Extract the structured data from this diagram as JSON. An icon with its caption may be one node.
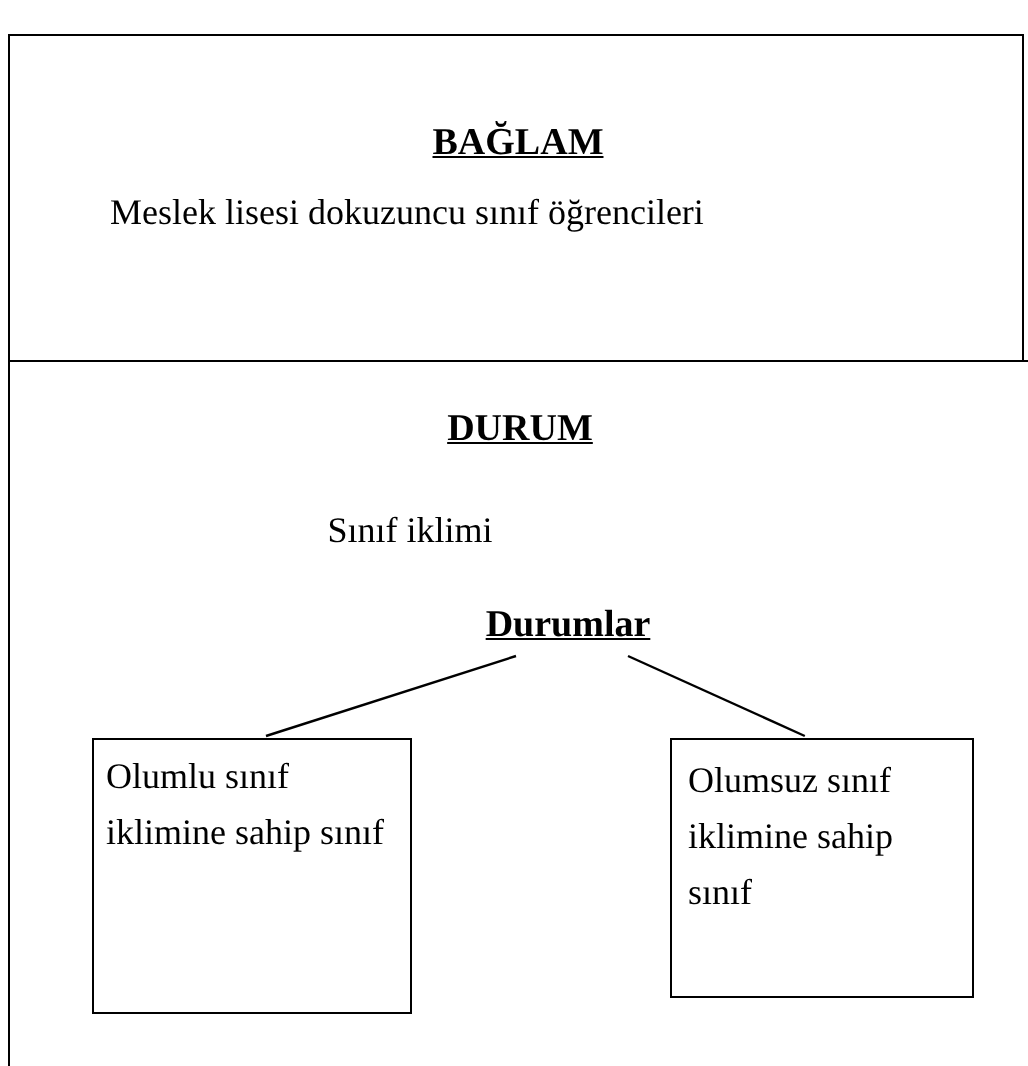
{
  "diagram": {
    "nodes": [
      {
        "text": [
          "BAĞLAM",
          "Meslek lisesi dokuzuncu sınıf öğrencileri"
        ]
      },
      {
        "text": [
          "DURUM",
          "Sınıf iklimi"
        ]
      },
      {
        "text": [
          "Durumlar"
        ],
        "in": 1
      },
      {
        "text": [
          "Olumlu sınıf iklimine sahip sınıf"
        ],
        "in": 1
      },
      {
        "text": [
          "Olumsuz sınıf iklimine sahip sınıf"
        ],
        "in": 1
      }
    ],
    "edges": [
      {
        "from": 2,
        "to": 3,
        "arrow": "none"
      },
      {
        "from": 2,
        "to": 4,
        "arrow": "none"
      }
    ]
  }
}
